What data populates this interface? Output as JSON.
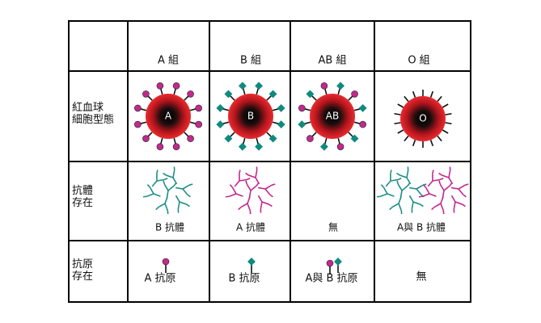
{
  "header": {
    "empty_corner": "",
    "columns": [
      "A 組",
      "B 組",
      "AB 組",
      "O 組"
    ]
  },
  "rows": {
    "cells": {
      "label": "紅血球\n細胞型態",
      "markers": [
        "A",
        "B",
        "AB",
        "O"
      ]
    },
    "antibodies": {
      "label": "抗體\n存在",
      "captions": [
        "B 抗體",
        "A 抗體",
        "無",
        "A與 B 抗體"
      ]
    },
    "antigens": {
      "label": "抗原\n存在",
      "captions": [
        "A 抗原",
        "B 抗原",
        "A與 B 抗原",
        "無"
      ]
    }
  },
  "colors": {
    "cell_red": "#e8202a",
    "cell_dark": "#111111",
    "antigen_a": "#c2298f",
    "antigen_b": "#0f8a7e",
    "antibody_teal": "#1d8f86",
    "antibody_magenta": "#c2298f"
  }
}
